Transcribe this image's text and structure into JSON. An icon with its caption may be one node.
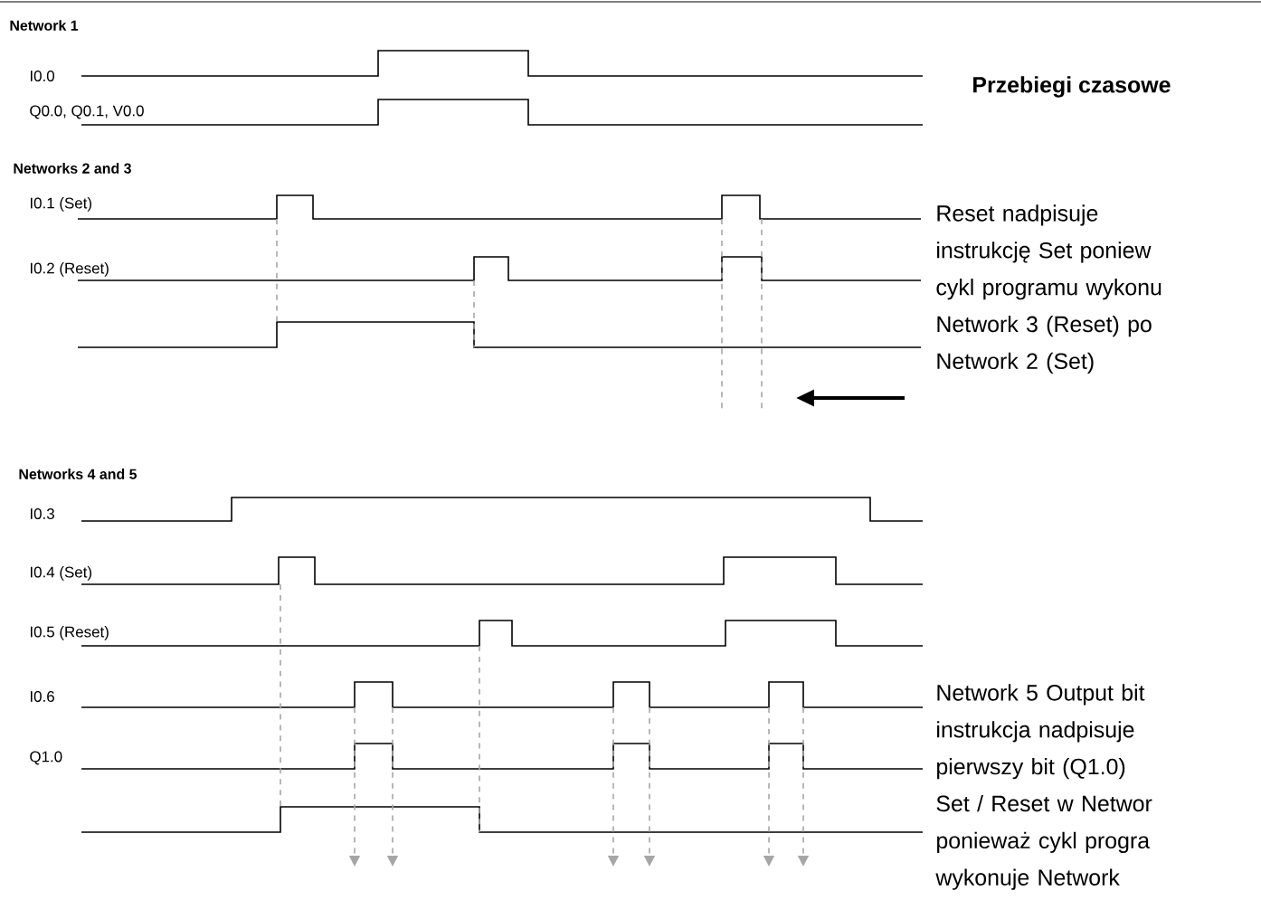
{
  "diagram": {
    "title": "Przebiegi czasowe",
    "labels": [
      "Network 1",
      "I0.0",
      "Q0.0, Q0.1, V0.0",
      "Networks 2 and 3",
      "I0.1 (Set)",
      "I0.2 (Reset)",
      "Reset nadpisuje instrukcję Set poniew cykl programu wykonu Network 3 (Reset) po Network 2 (Set)",
      "Networks 4 and 5",
      "I0.3",
      "I0.4 (Set)",
      "I0.5 (Reset)",
      "I0.6",
      "Q1.0",
      "Network 5 Output bit instrukcja nadpisuje pierwszy bit (Q1.0) Set / Reset w Networ ponieważ cykl progra wykonuje Network"
    ]
  }
}
